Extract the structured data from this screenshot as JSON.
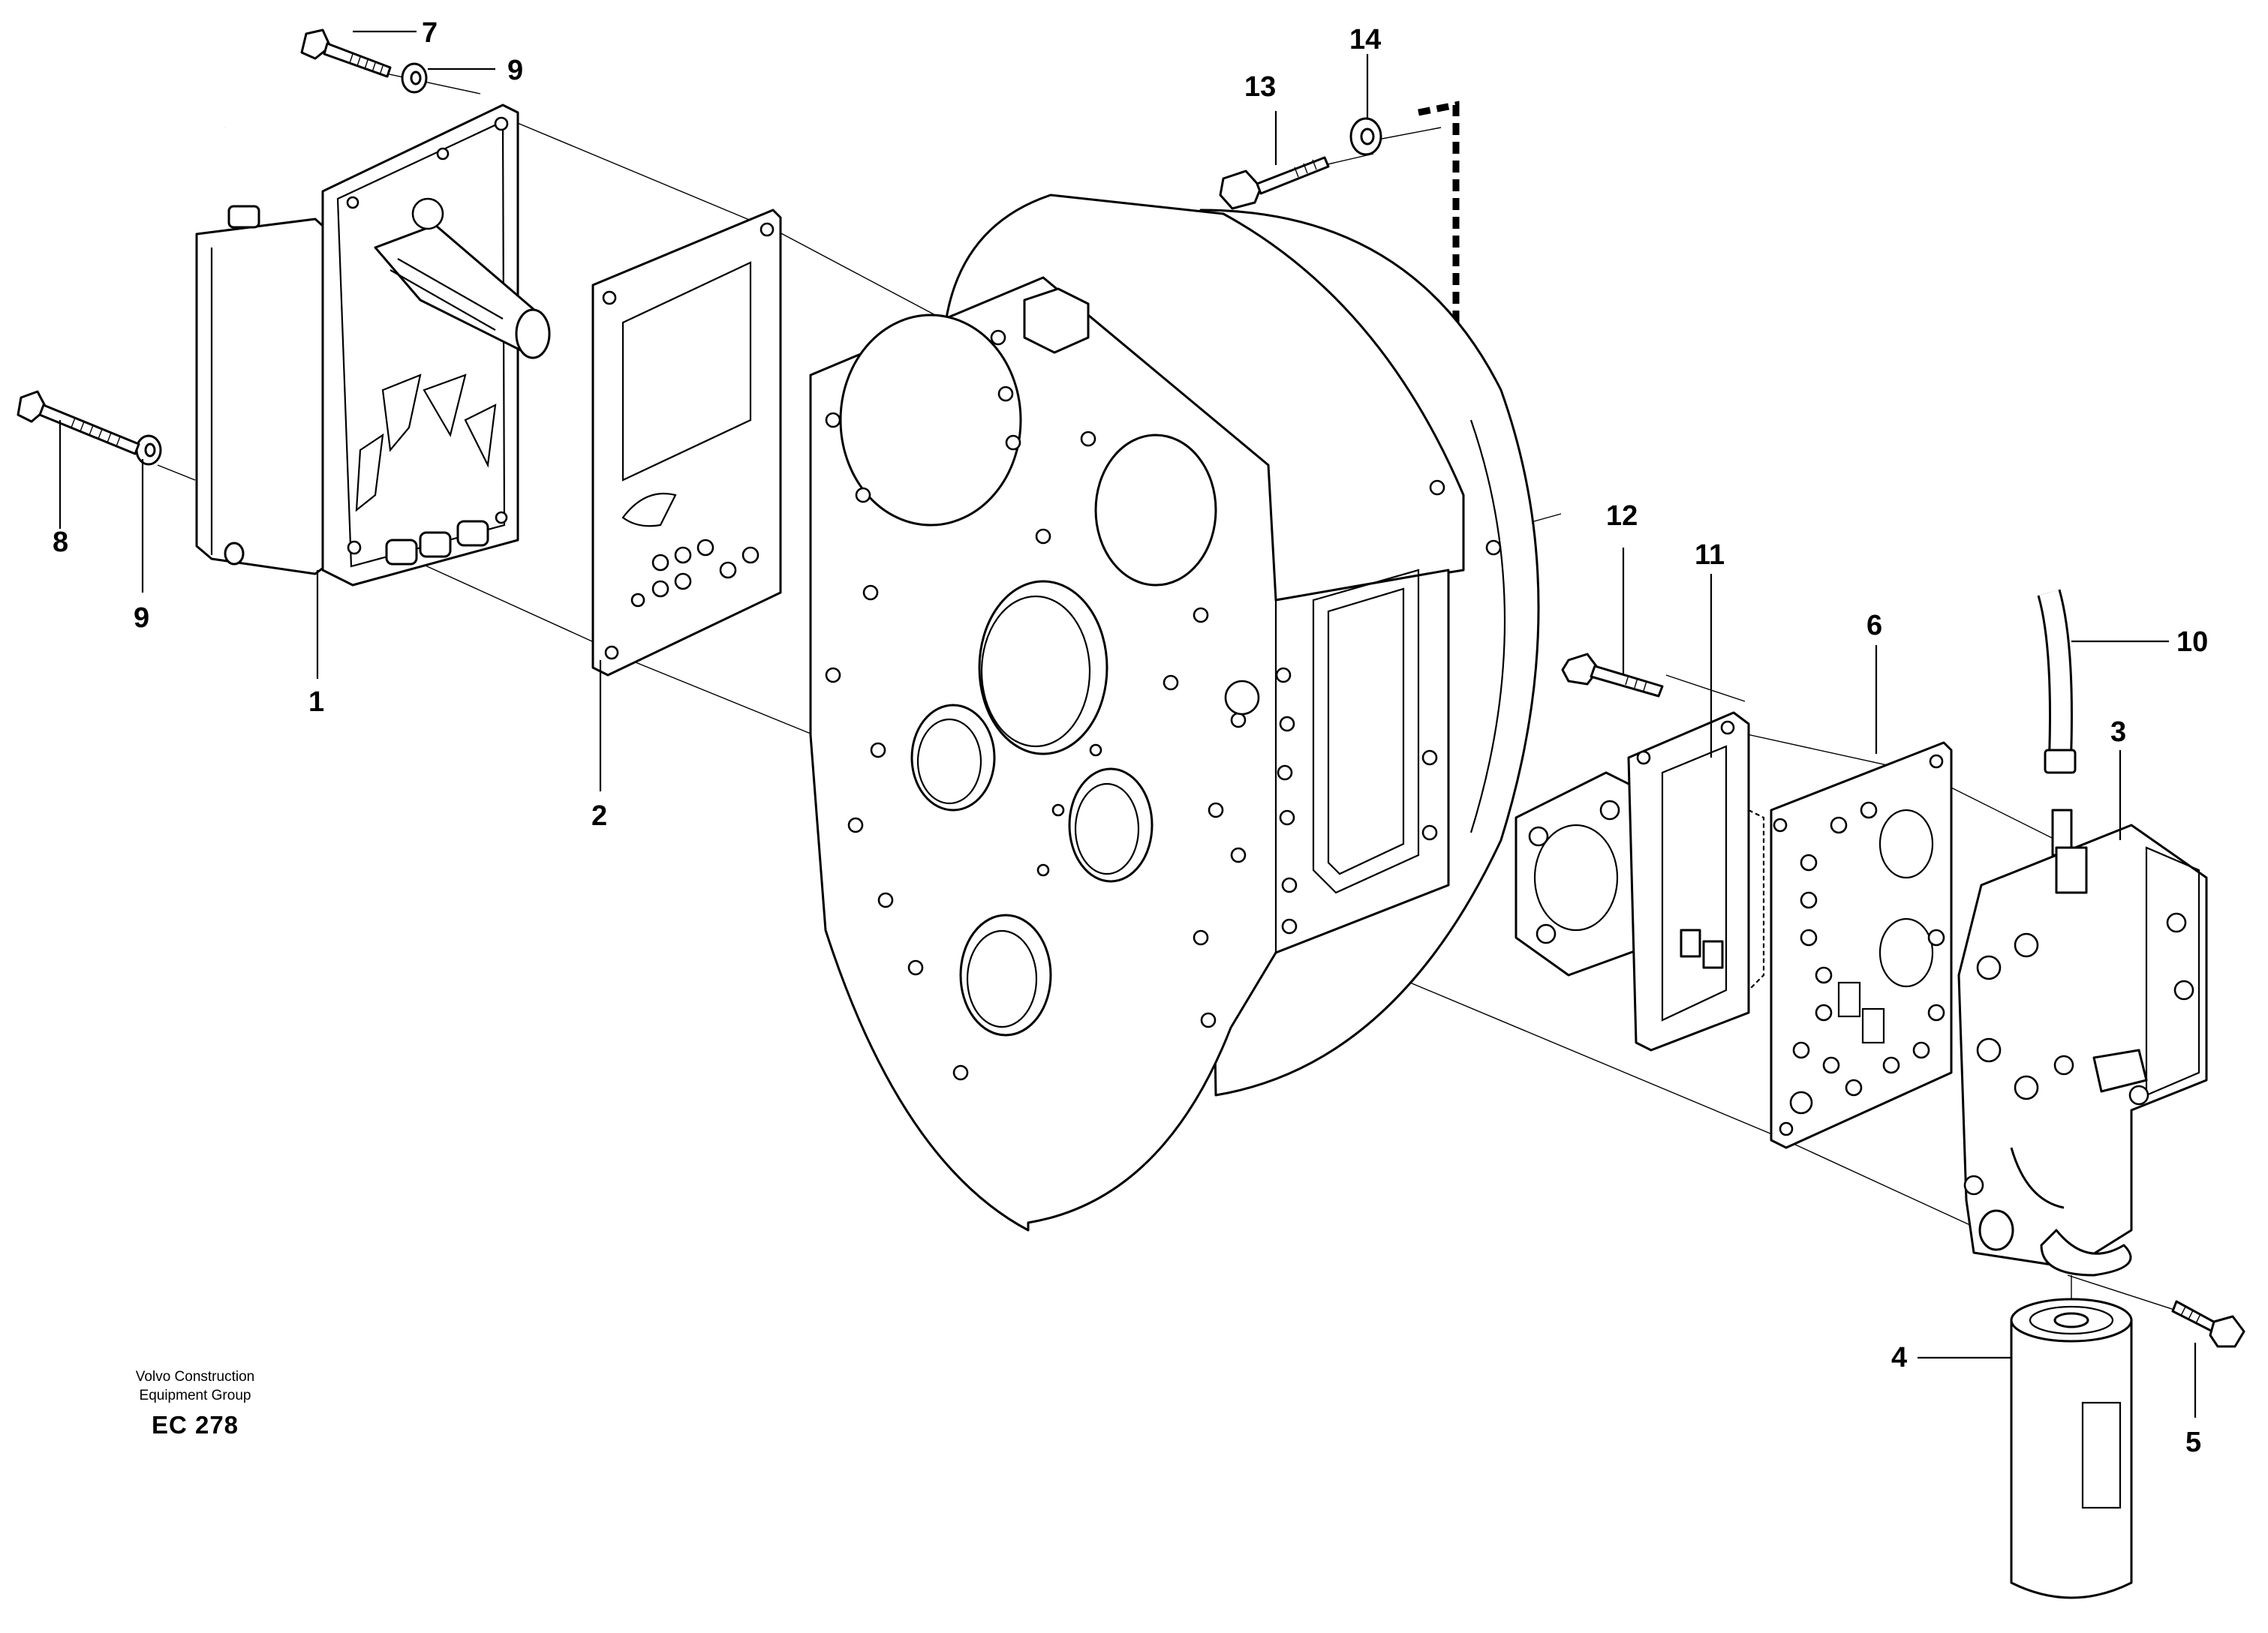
{
  "diagram": {
    "callouts": [
      {
        "id": "c1",
        "label": "1"
      },
      {
        "id": "c2",
        "label": "2"
      },
      {
        "id": "c3",
        "label": "3"
      },
      {
        "id": "c4",
        "label": "4"
      },
      {
        "id": "c5",
        "label": "5"
      },
      {
        "id": "c6",
        "label": "6"
      },
      {
        "id": "c7",
        "label": "7"
      },
      {
        "id": "c8",
        "label": "8"
      },
      {
        "id": "c9a",
        "label": "9"
      },
      {
        "id": "c9b",
        "label": "9"
      },
      {
        "id": "c10",
        "label": "10"
      },
      {
        "id": "c11",
        "label": "11"
      },
      {
        "id": "c12",
        "label": "12"
      },
      {
        "id": "c13",
        "label": "13"
      },
      {
        "id": "c14",
        "label": "14"
      }
    ]
  },
  "footer": {
    "company_line1": "Volvo Construction",
    "company_line2": "Equipment Group",
    "figure_code": "EC 278"
  }
}
